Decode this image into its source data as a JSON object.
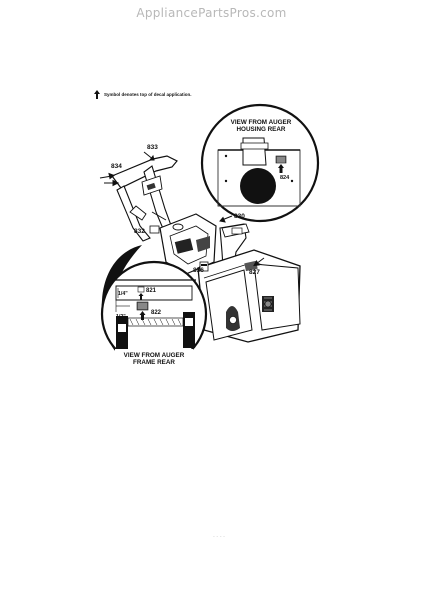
{
  "watermark": "AppliancePartsPros.com",
  "note": "Symbol denotes top of decal application.",
  "insets": {
    "top": {
      "line1": "VIEW FROM AUGER",
      "line2": "HOUSING REAR"
    },
    "bottom": {
      "line1": "VIEW FROM AUGER",
      "line2": "FRAME REAR"
    }
  },
  "callouts": {
    "c833": "833",
    "c834": "834",
    "c832": "832",
    "c830": "830",
    "c824": "824",
    "c821": "821",
    "c822": "822",
    "c836": "836",
    "c827": "827"
  },
  "dims": {
    "d1": "1/4\"",
    "d2": "1/2\""
  },
  "footer": "- - - -"
}
